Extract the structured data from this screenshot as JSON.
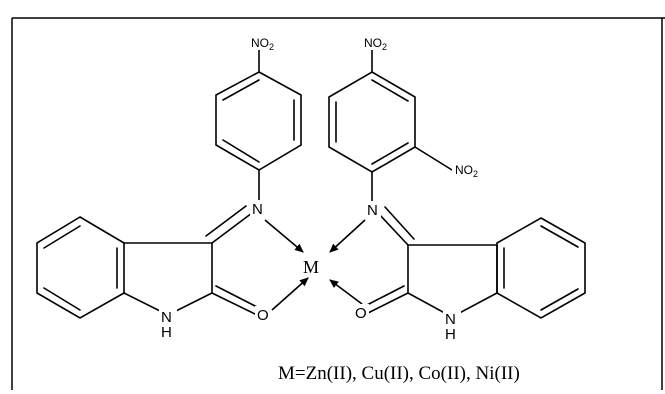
{
  "labels": {
    "no2_top_left": "NO",
    "no2_top_right": "NO",
    "no2_side": "NO",
    "no2_subscript": "2",
    "n_left": "N",
    "n_right": "N",
    "metal": "M",
    "nh_left": "N",
    "h_left": "H",
    "nh_right": "N",
    "h_right": "H",
    "o_left": "O",
    "o_right": "O"
  },
  "caption": "M=Zn(II), Cu(II), Co(II), Ni(II)"
}
